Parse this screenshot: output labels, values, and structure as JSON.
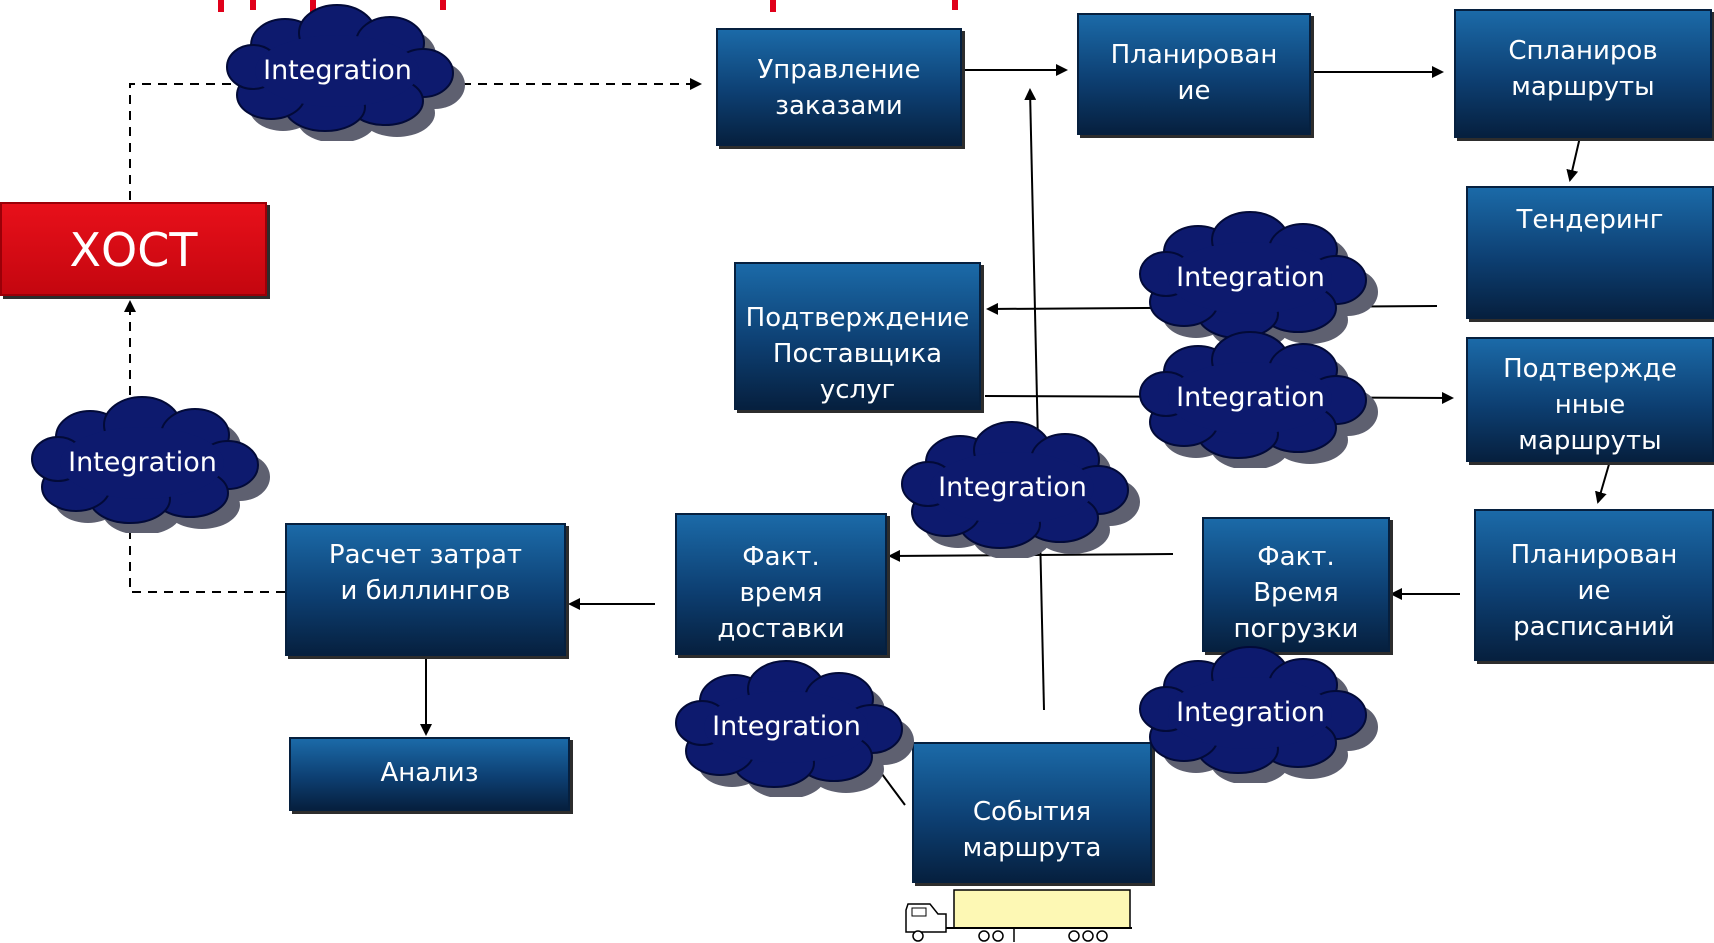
{
  "host": {
    "label": "ХОСТ"
  },
  "boxes": {
    "order_management": "Управление\nзаказами",
    "planning": "Планирован\nие",
    "planned_routes": "Спланиров\nмаршруты",
    "tendering": "Тендеринг",
    "provider_confirmation": "Подтверждение\nПоставщика\nуслуг",
    "confirmed_routes": "Подтвержде\nнные\nмаршруты",
    "schedule_planning": "Планирован\nие\nрасписаний",
    "actual_loading_time": "Факт.\nВремя\nпогрузки",
    "actual_delivery_time": "Факт.\nвремя\nдоставки",
    "cost_billing": "Расчет затрат\nи биллингов",
    "analysis": "Анализ",
    "route_events": "События\nмаршрута"
  },
  "clouds": {
    "top": "Integration",
    "left": "Integration",
    "tender_upper": "Integration",
    "tender_lower": "Integration",
    "center": "Integration",
    "bottom_left": "Integration",
    "bottom_right": "Integration"
  },
  "colors": {
    "box_top": "#1b6aa8",
    "box_bottom": "#06203f",
    "cloud_fill": "#0d1a6e",
    "host_fill": "#d4070f",
    "title_strip": "#e0001a"
  }
}
